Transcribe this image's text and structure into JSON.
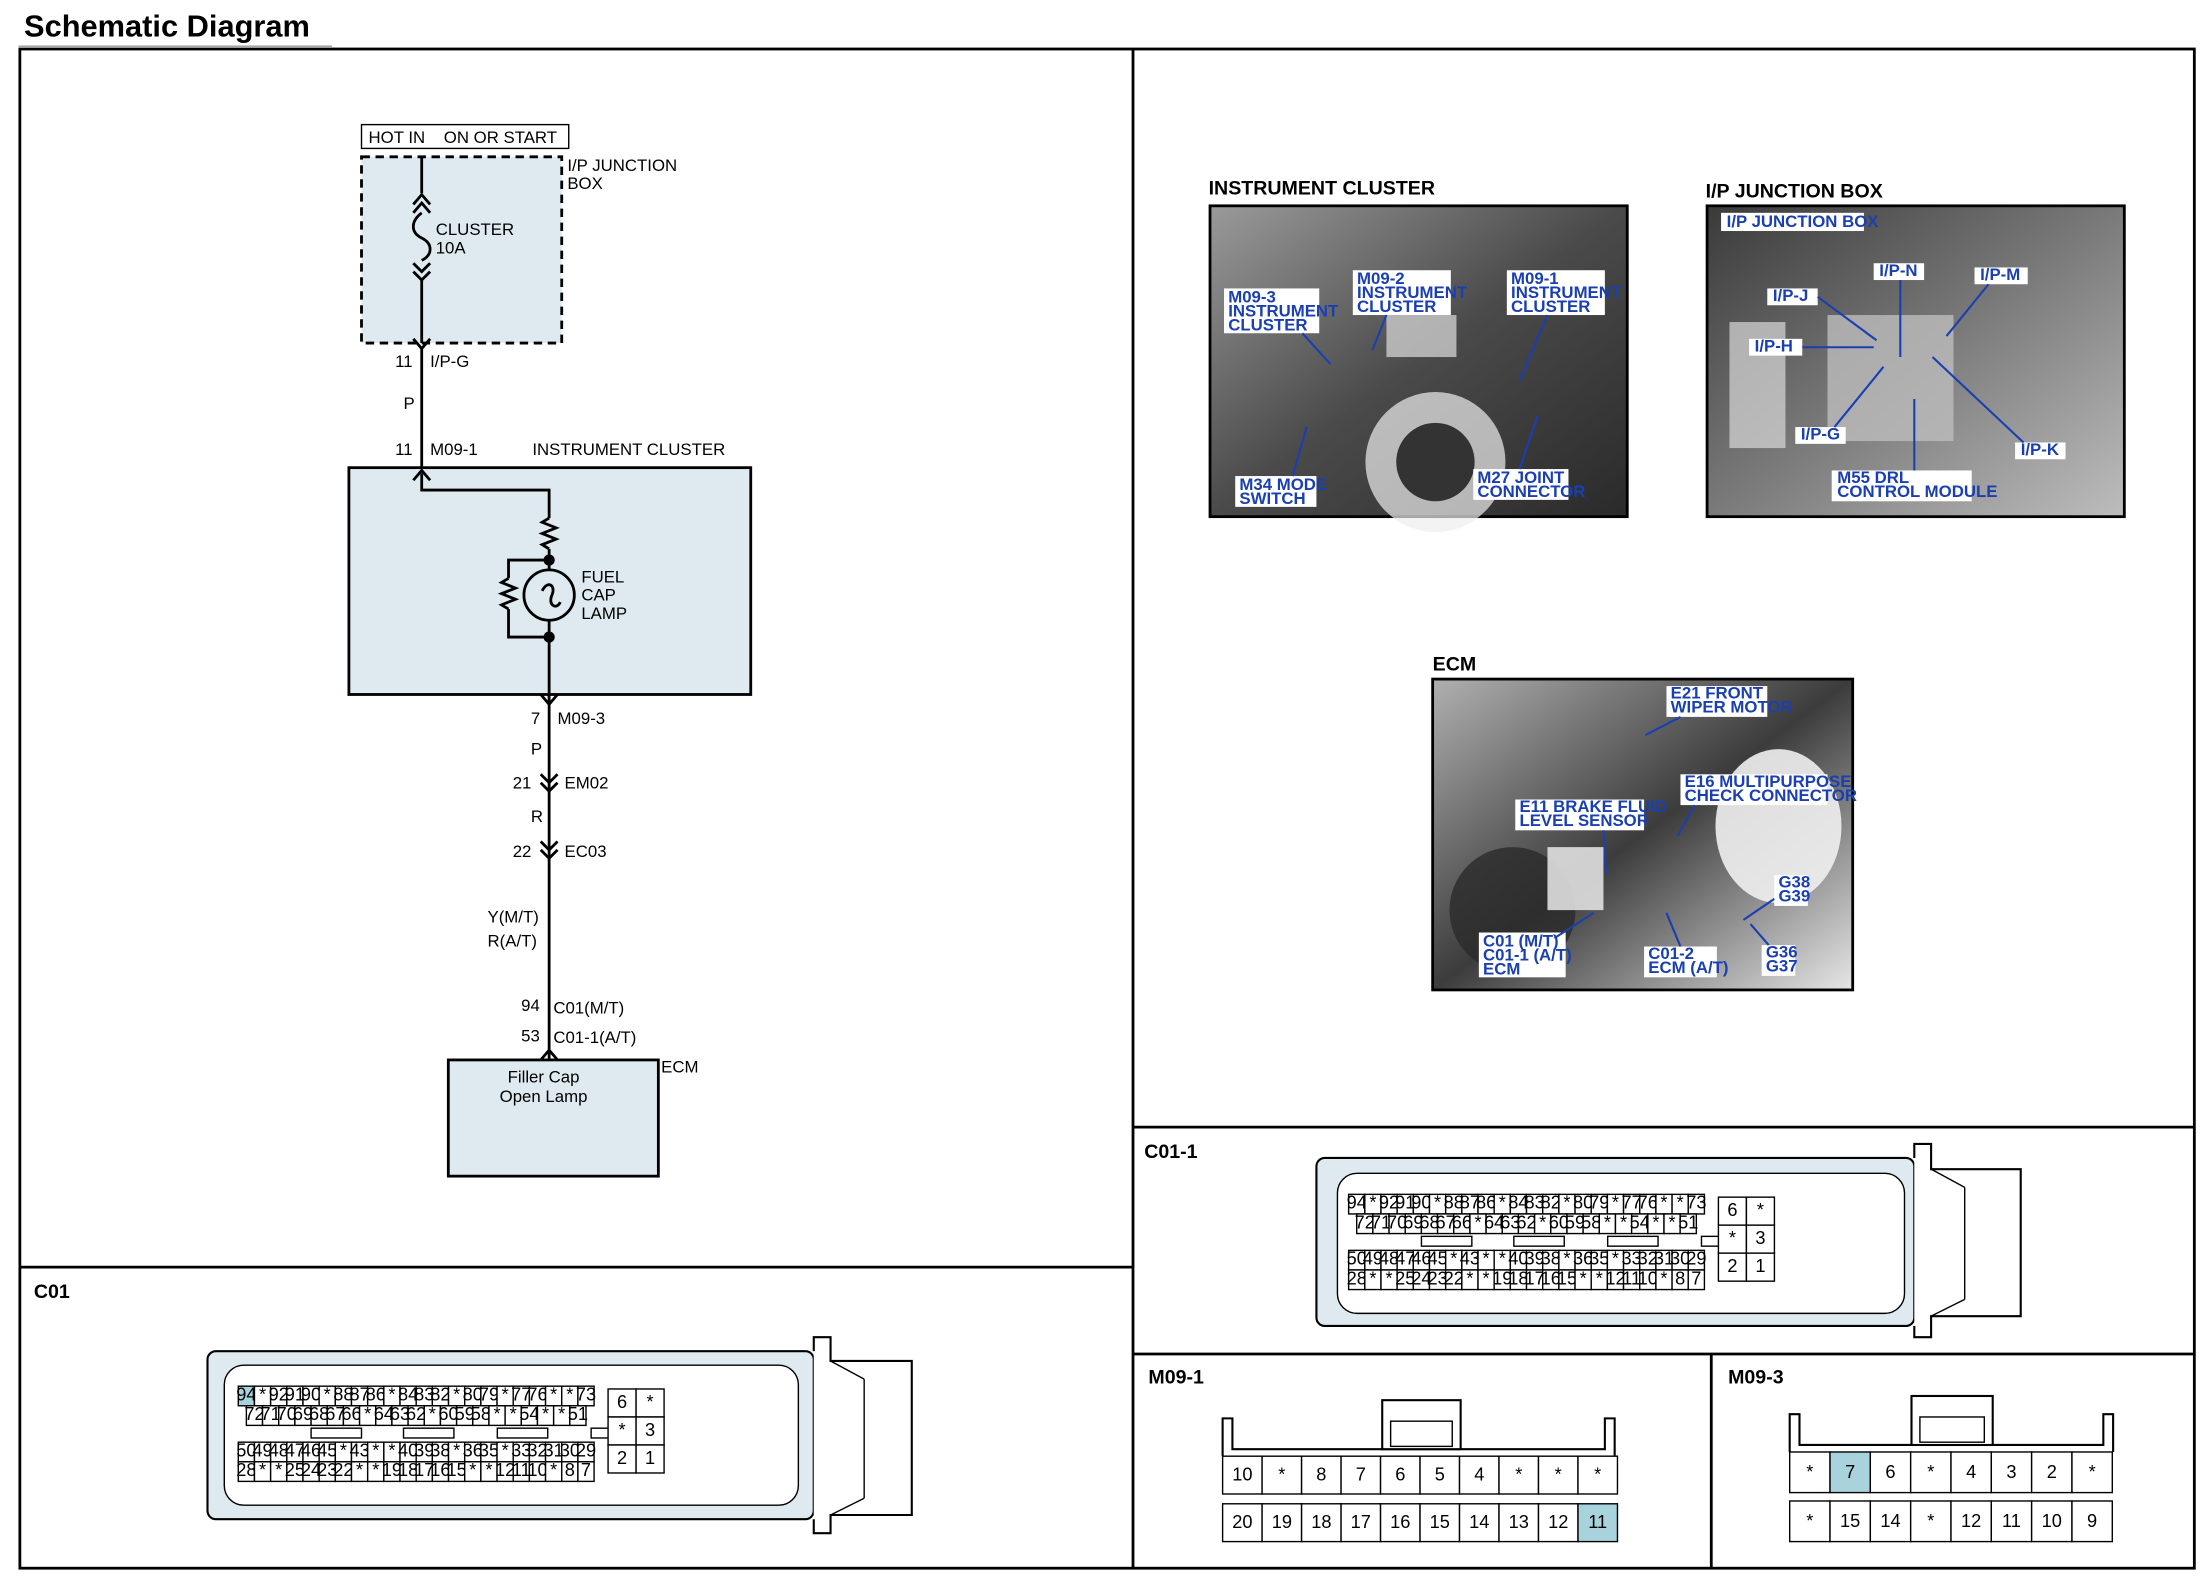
{
  "page": {
    "title": "Schematic Diagram"
  },
  "schematic": {
    "hot_label": "HOT IN    ON OR START",
    "junction_box_label": [
      "I/P JUNCTION",
      "BOX"
    ],
    "fuse_label": [
      "CLUSTER",
      "10A"
    ],
    "ipg_pin": "11",
    "ipg_conn": "I/P-G",
    "wire_p1": "P",
    "m091_pin": "11",
    "m091_conn": "M09-1",
    "cluster_label": "INSTRUMENT CLUSTER",
    "lamp_label": [
      "FUEL",
      "CAP",
      "LAMP"
    ],
    "m093_pin": "7",
    "m093_conn": "M09-3",
    "wire_p2": "P",
    "em02_pin": "21",
    "em02_conn": "EM02",
    "wire_r": "R",
    "ec03_pin": "22",
    "ec03_conn": "EC03",
    "wire_color": [
      "Y(M/T)",
      "R(A/T)"
    ],
    "c01_pin": "94",
    "c01_conn": "C01(M/T)",
    "c011_pin": "53",
    "c011_conn": "C01-1(A/T)",
    "ecm_label": "ECM",
    "ecm_box_label": [
      "Filler Cap",
      "Open Lamp"
    ]
  },
  "photos": {
    "instrument_cluster": {
      "title": "INSTRUMENT CLUSTER",
      "labels": {
        "m093": [
          "M09-3",
          "INSTRUMENT",
          "CLUSTER"
        ],
        "m092": [
          "M09-2",
          "INSTRUMENT",
          "CLUSTER"
        ],
        "m091": [
          "M09-1",
          "INSTRUMENT",
          "CLUSTER"
        ],
        "m34": [
          "M34 MODE",
          "SWITCH"
        ],
        "m27": [
          "M27 JOINT",
          "CONNECTOR"
        ]
      }
    },
    "ip_junction_box": {
      "title": "I/P JUNCTION BOX",
      "labels": {
        "box": "I/P JUNCTION BOX",
        "ipn1": "I/P-N",
        "ipm": "I/P-M",
        "ipj": "I/P-J",
        "iph": "I/P-H",
        "ipg": "I/P-G",
        "ipk": "I/P-K",
        "m55": [
          "M55 DRL",
          "CONTROL MODULE"
        ]
      }
    },
    "ecm": {
      "title": "ECM",
      "labels": {
        "e21": [
          "E21 FRONT",
          "WIPER MOTOR"
        ],
        "e16": [
          "E16 MULTIPURPOSE",
          "CHECK CONNECTOR"
        ],
        "e11": [
          "E11 BRAKE FLUID",
          "LEVEL SENSOR"
        ],
        "g38": [
          "G38",
          "G39"
        ],
        "c01": [
          "C01 (M/T)",
          "C01-1 (A/T)",
          "ECM"
        ],
        "c012": [
          "C01-2",
          "ECM (A/T)"
        ],
        "g36": [
          "G36",
          "G37"
        ]
      }
    }
  },
  "connectors": {
    "c01": {
      "title": "C01",
      "highlight": "94",
      "rows": [
        [
          "94",
          "*",
          "92",
          "91",
          "90",
          "*",
          "88",
          "87",
          "86",
          "*",
          "84",
          "83",
          "82",
          "*",
          "80",
          "79",
          "*",
          "77",
          "76",
          "*",
          "*",
          "73"
        ],
        [
          "72",
          "71",
          "70",
          "69",
          "68",
          "67",
          "66",
          "*",
          "64",
          "63",
          "62",
          "*",
          "60",
          "59",
          "58",
          "*",
          "*",
          "54",
          "*",
          "*",
          "51"
        ],
        [
          "50",
          "49",
          "48",
          "47",
          "46",
          "45",
          "*",
          "43",
          "*",
          "*",
          "40",
          "39",
          "38",
          "*",
          "36",
          "35",
          "*",
          "33",
          "32",
          "31",
          "30",
          "29"
        ],
        [
          "28",
          "*",
          "*",
          "25",
          "24",
          "23",
          "22",
          "*",
          "*",
          "19",
          "18",
          "17",
          "16",
          "15",
          "*",
          "*",
          "12",
          "11",
          "10",
          "*",
          "8",
          "7"
        ]
      ],
      "side": [
        [
          "6",
          "*"
        ],
        [
          "*",
          "3"
        ],
        [
          "2",
          "1"
        ]
      ]
    },
    "c011": {
      "title": "C01-1",
      "highlight": "",
      "rows": [
        [
          "94",
          "*",
          "92",
          "91",
          "90",
          "*",
          "88",
          "87",
          "86",
          "*",
          "84",
          "83",
          "82",
          "*",
          "80",
          "79",
          "*",
          "77",
          "76",
          "*",
          "*",
          "73"
        ],
        [
          "72",
          "71",
          "70",
          "69",
          "68",
          "67",
          "66",
          "*",
          "64",
          "63",
          "62",
          "*",
          "60",
          "59",
          "58",
          "*",
          "*",
          "54",
          "*",
          "*",
          "51"
        ],
        [
          "50",
          "49",
          "48",
          "47",
          "46",
          "45",
          "*",
          "43",
          "*",
          "*",
          "40",
          "39",
          "38",
          "*",
          "36",
          "35",
          "*",
          "33",
          "32",
          "31",
          "30",
          "29"
        ],
        [
          "28",
          "*",
          "*",
          "25",
          "24",
          "23",
          "22",
          "*",
          "*",
          "19",
          "18",
          "17",
          "16",
          "15",
          "*",
          "*",
          "12",
          "11",
          "10",
          "*",
          "8",
          "7"
        ]
      ],
      "side": [
        [
          "6",
          "*"
        ],
        [
          "*",
          "3"
        ],
        [
          "2",
          "1"
        ]
      ]
    },
    "m091": {
      "title": "M09-1",
      "highlight": "11",
      "rows": [
        [
          "10",
          "*",
          "8",
          "7",
          "6",
          "5",
          "4",
          "*",
          "*",
          "*"
        ],
        [
          "20",
          "19",
          "18",
          "17",
          "16",
          "15",
          "14",
          "13",
          "12",
          "11"
        ]
      ]
    },
    "m093": {
      "title": "M09-3",
      "highlight": "7",
      "rows": [
        [
          "*",
          "7",
          "6",
          "*",
          "4",
          "3",
          "2",
          "*"
        ],
        [
          "*",
          "15",
          "14",
          "*",
          "12",
          "11",
          "10",
          "9"
        ]
      ]
    }
  },
  "colors": {
    "box_fill": "#dfeaf0",
    "pin_highlight": "#a9d3dc",
    "label_blue": "#1a3fb0",
    "photo_bg": "#5a5a5a"
  }
}
